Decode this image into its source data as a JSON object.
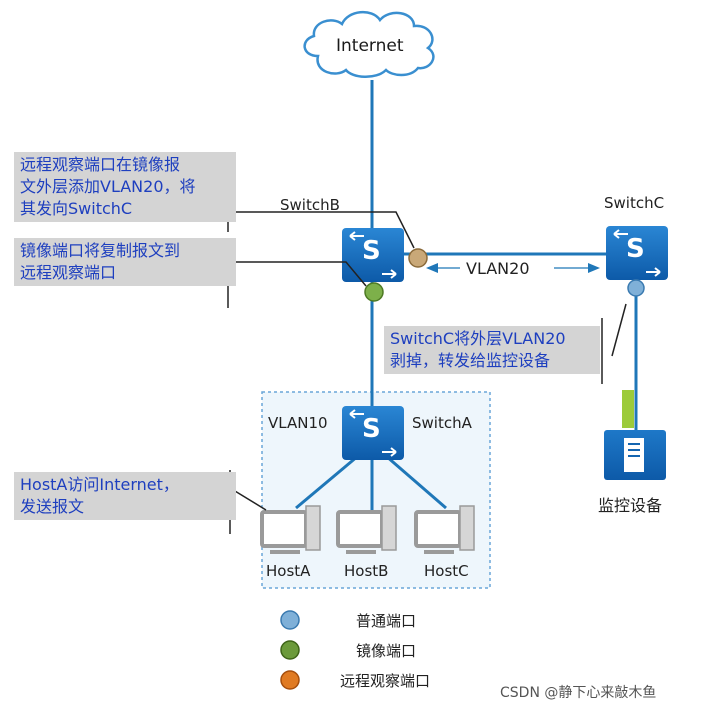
{
  "diagram": {
    "cloud_label": "Internet",
    "switches": {
      "switchB": "SwitchB",
      "switchC": "SwitchC",
      "switchA": "SwitchA",
      "glyph": "S"
    },
    "vlan20_label": "VLAN20",
    "vlan10_label": "VLAN10",
    "hosts": [
      "HostA",
      "HostB",
      "HostC"
    ],
    "monitor_label": "监控设备",
    "notes": {
      "remote_port": "远程观察端口在镜像报\n文外层添加VLAN20，将\n其发向SwitchC",
      "mirror_port": "镜像端口将复制报文到\n远程观察端口",
      "switchc_strip": "SwitchC将外层VLAN20\n剥掉，转发给监控设备",
      "hosta_access": "HostA访问Internet，\n发送报文"
    },
    "legend": [
      {
        "label": "普通端口",
        "color": "#7fb0d8"
      },
      {
        "label": "镜像端口",
        "color": "#6b9a3a"
      },
      {
        "label": "远程观察端口",
        "color": "#e07a22"
      }
    ],
    "watermark": "CSDN @静下心来敲木鱼",
    "colors": {
      "line": "#1f77b8",
      "switch": "#1465b0",
      "note_bg": "#d4d4d4",
      "note_text": "#1e3fbf",
      "vlan_box_border": "#6aa5d8",
      "vlan_box_fill": "#eef6fc"
    }
  }
}
